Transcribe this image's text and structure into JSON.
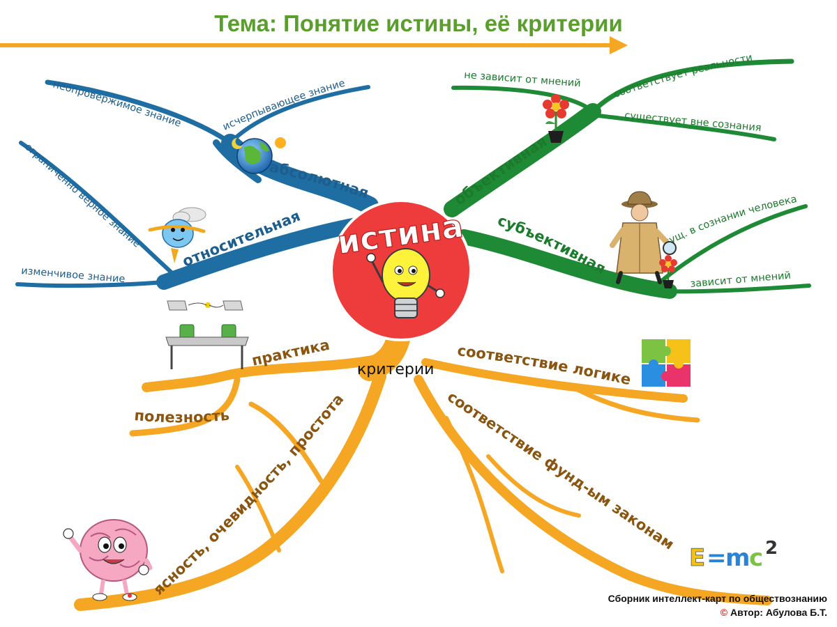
{
  "title": "Тема: Понятие истины, её критерии",
  "center": {
    "label": "истина",
    "sublabel": "критерии"
  },
  "branches": {
    "absolute": {
      "label": "абсолютная",
      "leaves": [
        "неопровержимое знание",
        "исчерпывающее знание"
      ]
    },
    "relative": {
      "label": "относительная",
      "leaves": [
        "ограниченно верное знание",
        "изменчивое знание"
      ]
    },
    "objective": {
      "label": "объективная",
      "leaves": [
        "не зависит от мнений",
        "соответствует реальности",
        "существует вне сознания"
      ]
    },
    "subjective": {
      "label": "субъективная",
      "leaves": [
        "сущ. в сознании человека",
        "зависит от мнений"
      ]
    }
  },
  "criteria": {
    "practice": "практика",
    "usefulness": "полезность",
    "clarity": "ясность, очевидность, простота",
    "logic": "соответствие логике",
    "laws": "соответствие фунд-ым законам"
  },
  "formula": {
    "e": "E",
    "eq": "=",
    "m": "m",
    "c": "c",
    "exp": "2"
  },
  "footer": {
    "line1": "Сборник интеллект-карт по обществознанию",
    "copyright": "©",
    "line2": "Автор: Абулова Б.Т."
  },
  "icons": [
    "globe-icon",
    "cloud-character-icon",
    "flower-pot-icon",
    "detective-icon",
    "lightbulb-character-icon",
    "lab-table-icon",
    "puzzle-icon",
    "brain-character-icon"
  ],
  "colors": {
    "title": "#5a9e2d",
    "arrow": "#f5a623",
    "blue": "#1f6ea3",
    "green": "#1f8a36",
    "orange": "#f5a623",
    "center": "#ee3b3b"
  }
}
